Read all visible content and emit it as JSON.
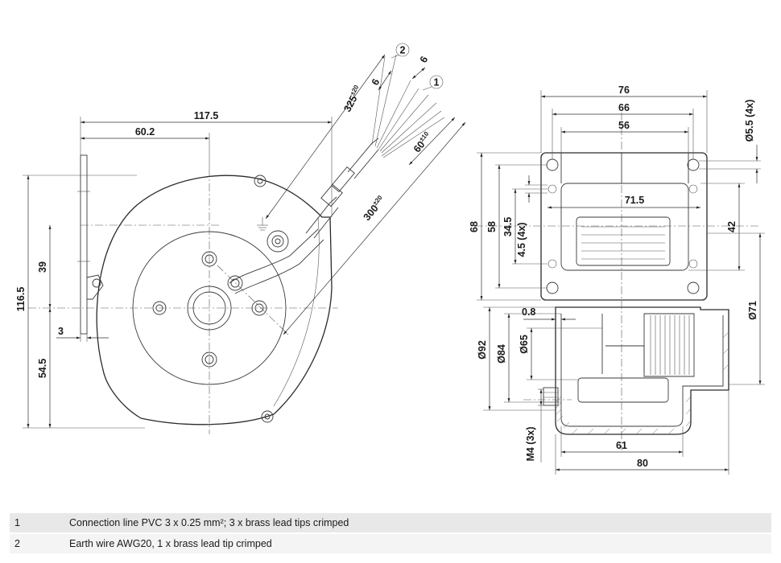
{
  "left_view": {
    "dims": {
      "width_total": "117.5",
      "width_center": "60.2",
      "height_total": "116.5",
      "height_upper": "39",
      "height_lower": "54.5",
      "offset_small": "3",
      "cable_long": "300",
      "cable_long_tol": "±20",
      "cable_upper": "325",
      "cable_upper_tol": "±20",
      "cable_mid": "60",
      "cable_mid_tol": "±10",
      "strip_a": "6",
      "strip_b": "6"
    },
    "callouts": [
      "2",
      "1"
    ]
  },
  "right_view": {
    "dims": {
      "w76": "76",
      "w66": "66",
      "w56": "56",
      "w715": "71.5",
      "hole": "Ø5.5 (4x)",
      "h68": "68",
      "h58": "58",
      "h345": "34.5",
      "h45": "4.5 (4x)",
      "h42": "42",
      "d71": "Ø71",
      "t08": "0.8",
      "d92": "Ø92",
      "d84": "Ø84",
      "d65": "Ø65",
      "m4": "M4 (3x)",
      "w61": "61",
      "w80": "80"
    }
  },
  "legend": [
    {
      "num": "1",
      "text": "Connection line PVC 3 x 0.25 mm²; 3 x brass lead tips crimped"
    },
    {
      "num": "2",
      "text": "Earth wire AWG20, 1 x brass lead tip crimped"
    }
  ]
}
